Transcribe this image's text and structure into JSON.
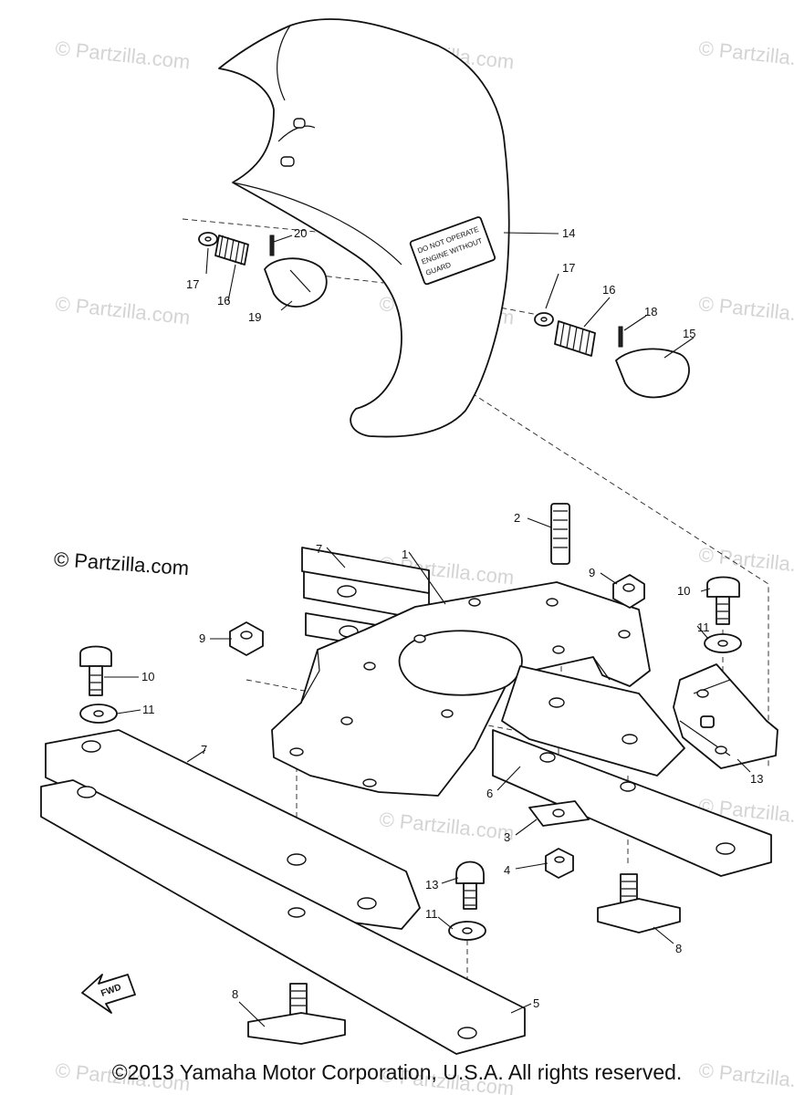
{
  "watermark": "© Partzilla.com",
  "overlay_credit": "© Partzilla.com",
  "label_plate_text": [
    "DO NOT OPERATE",
    "ENGINE WITHOUT",
    "GUARD"
  ],
  "copyright": "©2013 Yamaha Motor Corporation, U.S.A. All rights reserved.",
  "fwd_text": "FWD",
  "callouts": {
    "c1": "1",
    "c2": "2",
    "c3": "3",
    "c4": "4",
    "c5": "5",
    "c6": "6",
    "c7a": "7",
    "c7b": "7",
    "c8a": "8",
    "c8b": "8",
    "c9a": "9",
    "c9b": "9",
    "c10a": "10",
    "c10b": "10",
    "c11a": "11",
    "c11b": "11",
    "c13a": "13",
    "c13b": "13",
    "c14": "14",
    "c15": "15",
    "c16a": "16",
    "c16b": "16",
    "c17a": "17",
    "c17b": "17",
    "c18": "18",
    "c19": "19",
    "c20": "20"
  }
}
